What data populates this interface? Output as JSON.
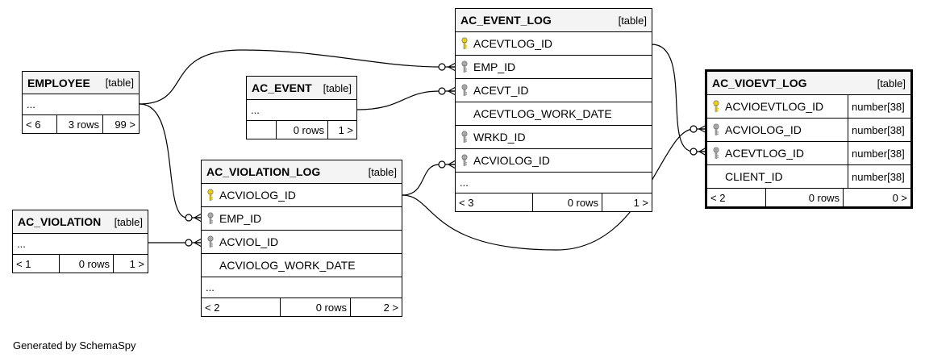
{
  "tables": {
    "ac_event_log": {
      "name": "AC_EVENT_LOG",
      "kind": "[table]",
      "columns": [
        {
          "name": "ACEVTLOG_ID",
          "key": "primary"
        },
        {
          "name": "EMP_ID",
          "key": "foreign"
        },
        {
          "name": "ACEVT_ID",
          "key": "foreign"
        },
        {
          "name": "ACEVTLOG_WORK_DATE",
          "key": "none"
        },
        {
          "name": "WRKD_ID",
          "key": "foreign"
        },
        {
          "name": "ACVIOLOG_ID",
          "key": "foreign"
        }
      ],
      "ellipsis": "...",
      "footer": {
        "parents": "< 3",
        "rows": "0 rows",
        "children": "1 >"
      }
    },
    "employee": {
      "name": "EMPLOYEE",
      "kind": "[table]",
      "ellipsis": "...",
      "footer": {
        "parents": "< 6",
        "rows": "3 rows",
        "children": "99 >"
      }
    },
    "ac_event": {
      "name": "AC_EVENT",
      "kind": "[table]",
      "ellipsis": "...",
      "footer": {
        "parents": "",
        "rows": "0 rows",
        "children": "1 >"
      }
    },
    "ac_violation_log": {
      "name": "AC_VIOLATION_LOG",
      "kind": "[table]",
      "columns": [
        {
          "name": "ACVIOLOG_ID",
          "key": "primary"
        },
        {
          "name": "EMP_ID",
          "key": "foreign"
        },
        {
          "name": "ACVIOL_ID",
          "key": "foreign"
        },
        {
          "name": "ACVIOLOG_WORK_DATE",
          "key": "none"
        }
      ],
      "ellipsis": "...",
      "footer": {
        "parents": "< 2",
        "rows": "0 rows",
        "children": "2 >"
      }
    },
    "ac_violation": {
      "name": "AC_VIOLATION",
      "kind": "[table]",
      "ellipsis": "...",
      "footer": {
        "parents": "< 1",
        "rows": "0 rows",
        "children": "1 >"
      }
    },
    "ac_vioevt_log": {
      "name": "AC_VIOEVT_LOG",
      "kind": "[table]",
      "columns": [
        {
          "name": "ACVIOEVTLOG_ID",
          "key": "primary",
          "type": "number[38]"
        },
        {
          "name": "ACVIOLOG_ID",
          "key": "foreign",
          "type": "number[38]"
        },
        {
          "name": "ACEVTLOG_ID",
          "key": "foreign",
          "type": "number[38]"
        },
        {
          "name": "CLIENT_ID",
          "key": "none",
          "type": "number[38]"
        }
      ],
      "footer": {
        "parents": "< 2",
        "rows": "0 rows",
        "children": "0 >"
      }
    }
  },
  "colors": {
    "primary_key": "#f0d000",
    "foreign_key": "#a8a8a8",
    "header_bg": "#f4f4f4"
  },
  "footer_note": "Generated by SchemaSpy"
}
